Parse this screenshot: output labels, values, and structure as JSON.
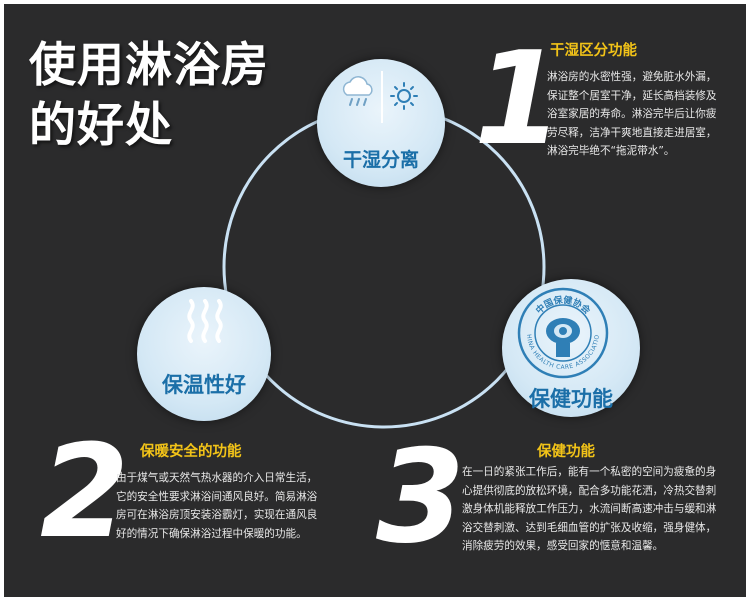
{
  "headline": {
    "line1": "使用淋浴房",
    "line2": "的好处"
  },
  "features": [
    {
      "number": "1",
      "bubble_label": "干湿分离",
      "title": "干湿区分功能",
      "text": [
        "淋浴房的水密性强，避免脏水外漏，",
        "保证整个居室干净，延长高档装修及",
        "浴室家居的寿命。淋浴完毕后让你疲",
        "劳尽释，洁净干爽地直接走进居室，",
        "淋浴完毕绝不“拖泥带水”。"
      ]
    },
    {
      "number": "2",
      "bubble_label": "保温性好",
      "title": "保暖安全的功能",
      "text": [
        "由于煤气或天然气热水器的介入日常生活，",
        "它的安全性要求淋浴间通风良好。简易淋浴",
        "房可在淋浴房顶安装浴霸灯，实现在通风良",
        "好的情况下确保淋浴过程中保暖的功能。"
      ]
    },
    {
      "number": "3",
      "bubble_label": "保健功能",
      "title": "保健功能",
      "text": [
        "在一日的紧张工作后，能有一个私密的空间为疲惫的身",
        "心提供彻底的放松环境，配合多功能花洒，冷热交替刺",
        "激身体机能释放工作压力，水流间断高速冲击与缓和淋",
        "浴交替刺激、达到毛细血管的扩张及收缩，强身健体，",
        "消除疲劳的效果，感受回家的惬意和温馨。"
      ]
    }
  ],
  "emblem": {
    "chinese_text": "中国保健协会",
    "english_text": "CHINA HEALTH CARE ASSOCIATION"
  },
  "colors": {
    "background": "#2b2b2c",
    "ring": "#c9e1f3",
    "bubble": "#d4e8f5",
    "bubble_label": "#1b6fa8",
    "section_title": "#f2c318",
    "text": "#e8e8e8"
  },
  "icons": [
    "cloud-rain-icon",
    "sun-icon",
    "steam-icon",
    "health-association-emblem"
  ]
}
